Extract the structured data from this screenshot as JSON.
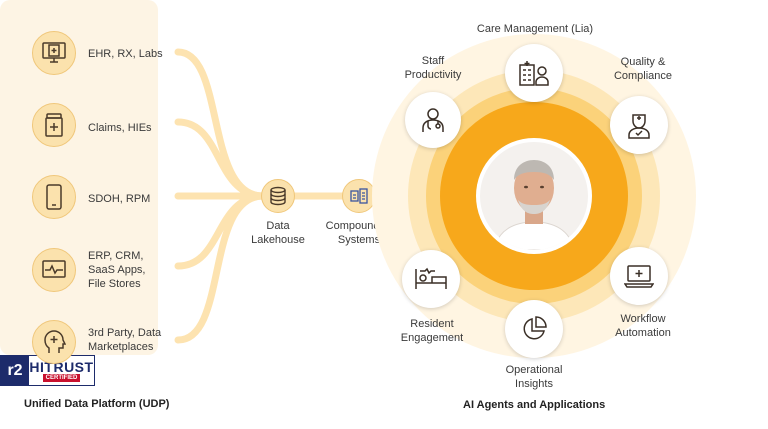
{
  "badge": {
    "prefix": "r2",
    "name": "HITRUST",
    "subtitle": "CERTIFIED"
  },
  "sources": [
    {
      "label": "EHR, RX, Labs",
      "icon": "monitor-medical-icon"
    },
    {
      "label": "Claims, HIEs",
      "icon": "medicine-bottle-icon"
    },
    {
      "label": "SDOH, RPM",
      "icon": "smartphone-icon"
    },
    {
      "label": "ERP, CRM,\nSaaS Apps,\nFile Stores",
      "icon": "heartbeat-monitor-icon"
    },
    {
      "label": "3rd Party,  Data\nMarketplaces",
      "icon": "head-plus-icon"
    }
  ],
  "pipeline": {
    "lakehouse": "Data\nLakehouse",
    "compound_ai": "Compound AI\nSystems"
  },
  "agents": {
    "staff": "Staff\nProductivity",
    "care": "Care Management (Lia)",
    "quality": "Quality &\nCompliance",
    "workflow": "Workflow\nAutomation",
    "insights": "Operational\nInsights",
    "resident": "Resident\nEngagement"
  },
  "footer": {
    "left": "Unified Data Platform (UDP)",
    "right": "AI Agents and Applications"
  },
  "colors": {
    "accent": "#f7a81b",
    "ring_light": "#fde7b8",
    "ring_mid": "#fbd27a",
    "panel": "#fdf4e4",
    "badge_navy": "#1d2b6b",
    "badge_red": "#c8102e"
  }
}
